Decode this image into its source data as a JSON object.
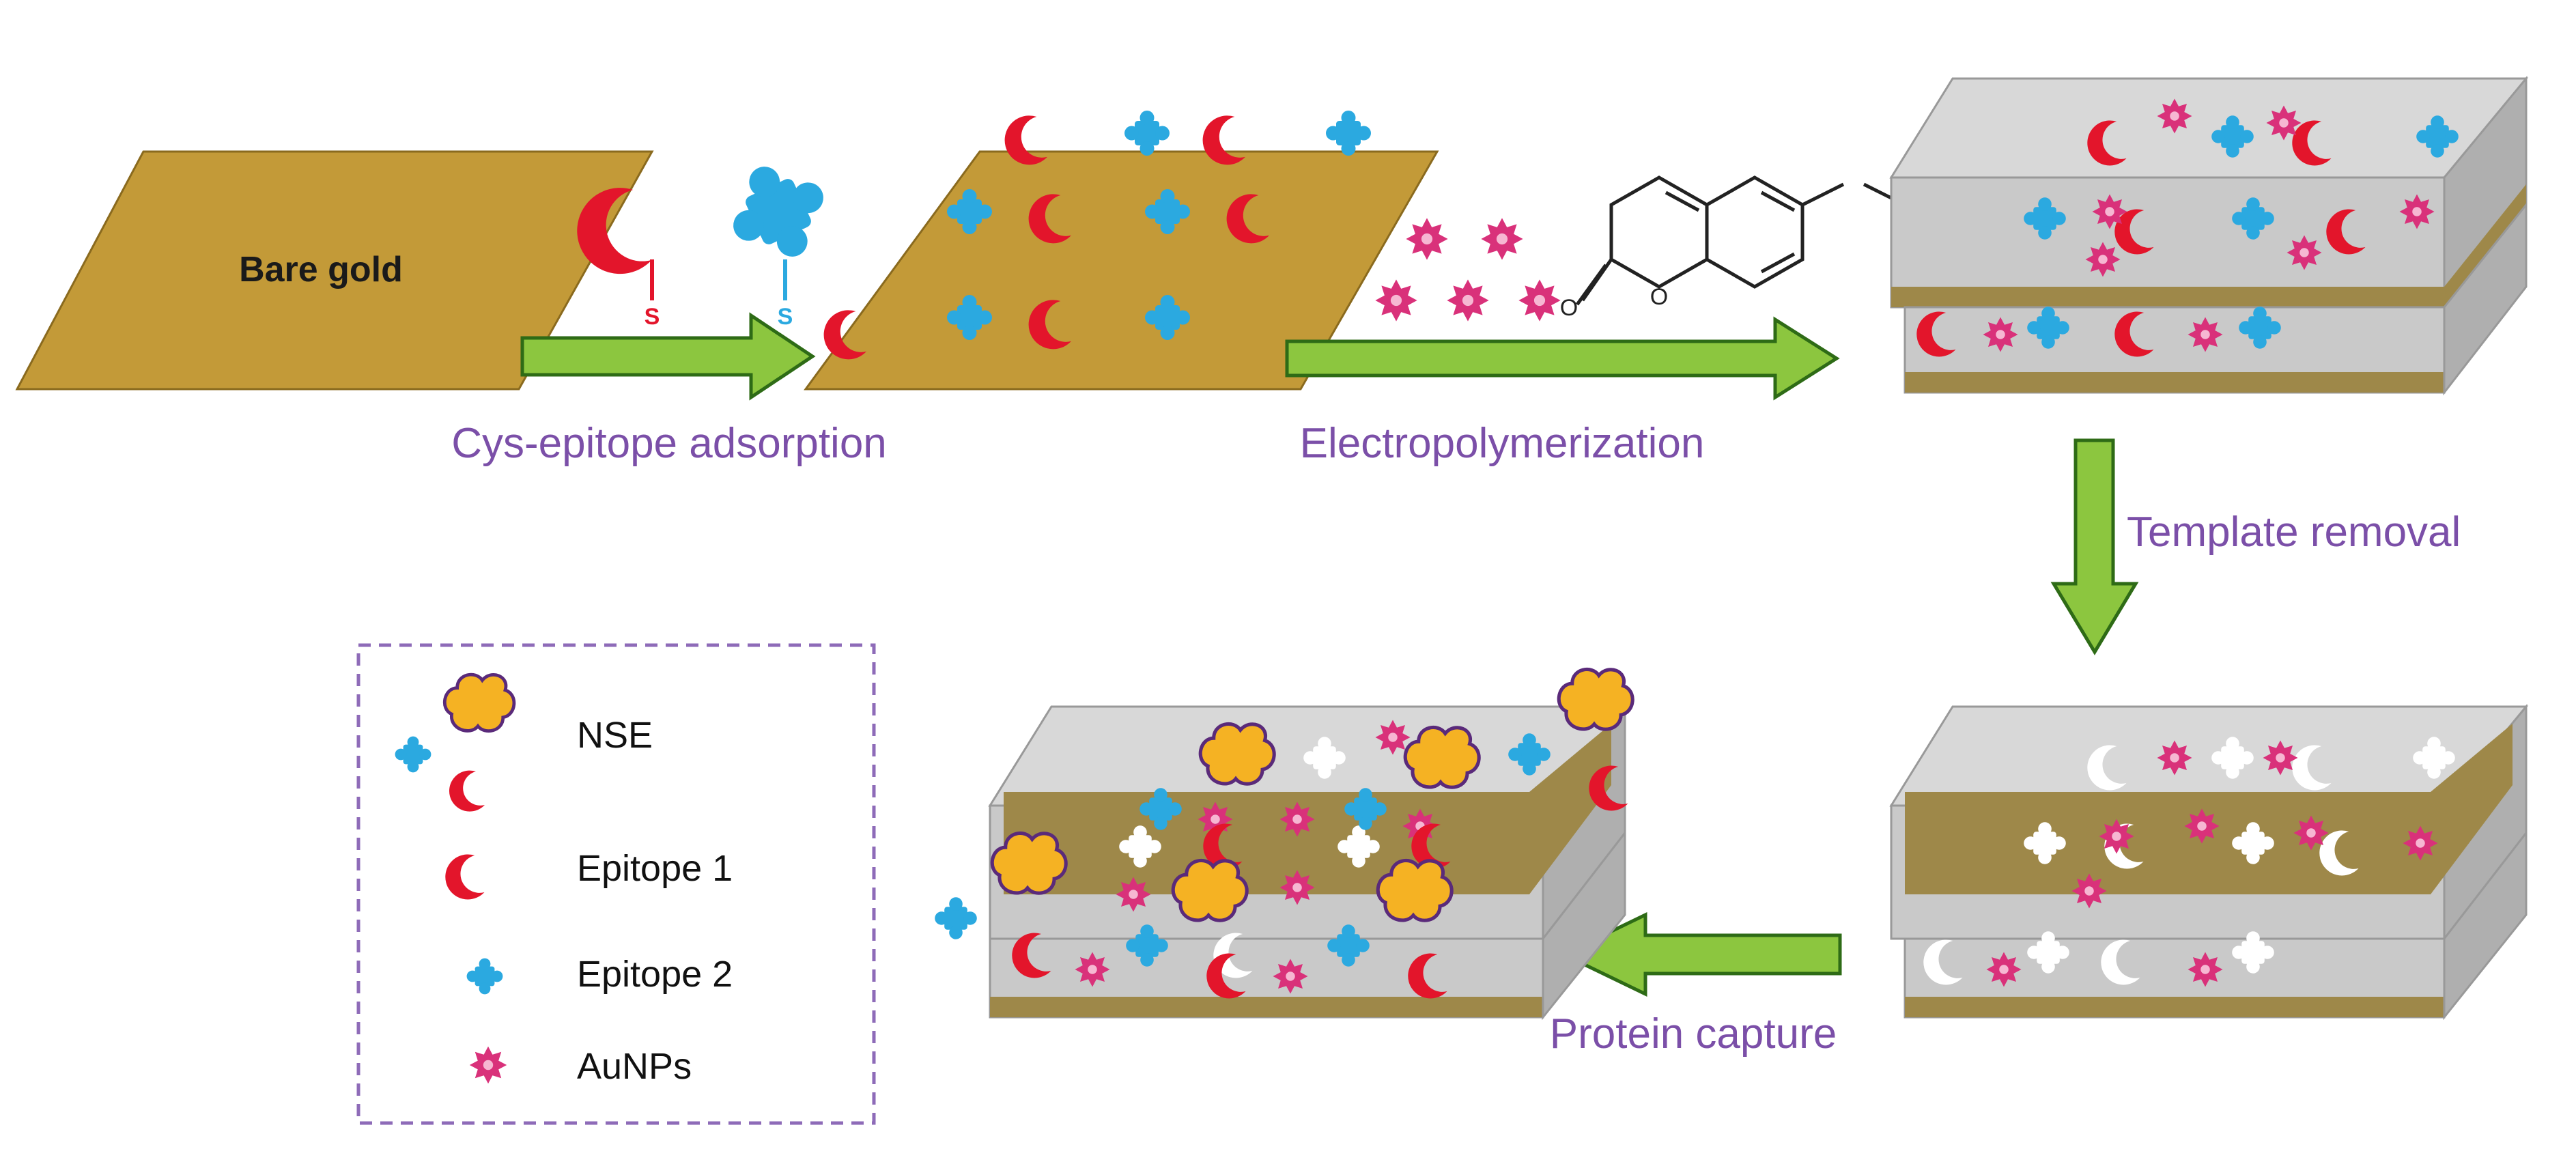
{
  "steps": {
    "adsorption": "Cys-epitope adsorption",
    "electropolymerization": "Electropolymerization",
    "template_removal": "Template removal",
    "protein_capture": "Protein capture"
  },
  "surface": {
    "label": "Bare gold"
  },
  "thiol_label": "S",
  "molecule_atoms": {
    "o_ring": "O",
    "o_carbonyl": "O"
  },
  "legend": {
    "items": [
      {
        "label": "NSE",
        "icon": "nse-complex-icon"
      },
      {
        "label": "Epitope 1",
        "icon": "crescent-icon"
      },
      {
        "label": "Epitope 2",
        "icon": "puzzle-icon"
      },
      {
        "label": "AuNPs",
        "icon": "nanoparticle-icon"
      }
    ]
  },
  "colors": {
    "gold": "#C39A38",
    "gold_edge": "#8A6A1E",
    "film": "#C6C6C6",
    "film_dark": "#9C9C9C",
    "film_gold": "#9E8849",
    "arrow_fill": "#8CC63F",
    "arrow_stroke": "#2E6B16",
    "label_purple": "#7B4FA8",
    "epitope1": "#E3152B",
    "epitope2": "#2BA9E0",
    "aunp": "#D9317A",
    "nse": "#F5B223",
    "nse_outline": "#5A2A7A",
    "legend_border": "#8E6BB8"
  }
}
